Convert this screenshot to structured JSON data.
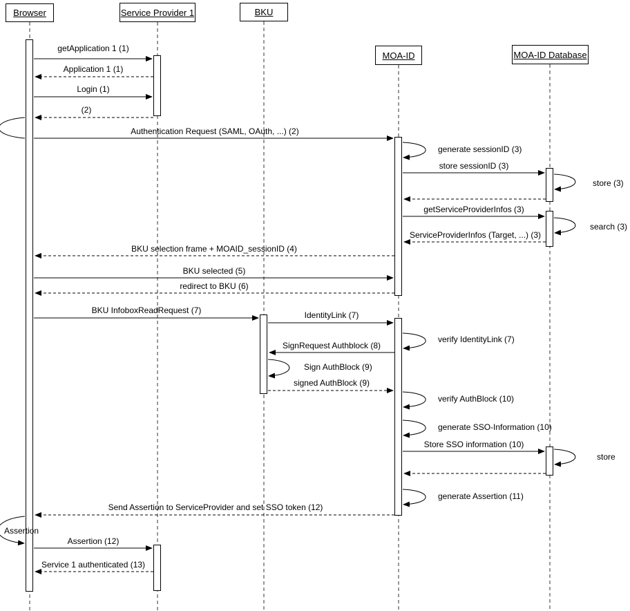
{
  "actors": [
    {
      "id": "browser",
      "label": "Browser"
    },
    {
      "id": "sp1",
      "label": "Service Provider 1"
    },
    {
      "id": "bku",
      "label": "BKU"
    },
    {
      "id": "moaid",
      "label": "MOA-ID"
    },
    {
      "id": "moadb",
      "label": "MOA-ID Database"
    }
  ],
  "messages": [
    {
      "label": "getApplication 1 (1)",
      "from": "Browser",
      "to": "Service Provider 1",
      "style": "solid"
    },
    {
      "label": "Application 1 (1)",
      "from": "Service Provider 1",
      "to": "Browser",
      "style": "dashed"
    },
    {
      "label": "Login (1)",
      "from": "Browser",
      "to": "Service Provider 1",
      "style": "solid"
    },
    {
      "label": "(2)",
      "from": "Service Provider 1",
      "to": "Browser",
      "style": "dashed"
    },
    {
      "label": "Authentication Request (SAML, OAuth, ...)  (2)",
      "from": "Browser",
      "to": "MOA-ID",
      "style": "solid"
    },
    {
      "label": "generate sessionID (3)",
      "from": "MOA-ID",
      "to": "MOA-ID",
      "style": "self-loop"
    },
    {
      "label": "store sessionID (3)",
      "from": "MOA-ID",
      "to": "MOA-ID Database",
      "style": "solid"
    },
    {
      "label": "store (3)",
      "from": "MOA-ID Database",
      "to": "MOA-ID Database",
      "style": "self-loop"
    },
    {
      "label": "getServiceProviderInfos (3)",
      "from": "MOA-ID",
      "to": "MOA-ID Database",
      "style": "solid"
    },
    {
      "label": "search (3)",
      "from": "MOA-ID Database",
      "to": "MOA-ID Database",
      "style": "self-loop"
    },
    {
      "label": "ServiceProviderInfos (Target, ...) (3)",
      "from": "MOA-ID Database",
      "to": "MOA-ID",
      "style": "dashed"
    },
    {
      "label": "BKU selection frame + MOAID_sessionID (4)",
      "from": "MOA-ID",
      "to": "Browser",
      "style": "dashed"
    },
    {
      "label": "BKU selected (5)",
      "from": "Browser",
      "to": "MOA-ID",
      "style": "solid"
    },
    {
      "label": "redirect to BKU (6)",
      "from": "MOA-ID",
      "to": "Browser",
      "style": "dashed"
    },
    {
      "label": "BKU InfoboxReadRequest (7)",
      "from": "Browser",
      "to": "BKU",
      "style": "solid"
    },
    {
      "label": "IdentityLink (7)",
      "from": "BKU",
      "to": "MOA-ID",
      "style": "solid"
    },
    {
      "label": "verify IdentityLink (7)",
      "from": "MOA-ID",
      "to": "MOA-ID",
      "style": "self-loop"
    },
    {
      "label": "SignRequest Authblock (8)",
      "from": "MOA-ID",
      "to": "BKU",
      "style": "solid"
    },
    {
      "label": "Sign AuthBlock (9)",
      "from": "BKU",
      "to": "BKU",
      "style": "self-loop"
    },
    {
      "label": "signed AuthBlock (9)",
      "from": "BKU",
      "to": "MOA-ID",
      "style": "dashed"
    },
    {
      "label": "verify AuthBlock (10)",
      "from": "MOA-ID",
      "to": "MOA-ID",
      "style": "self-loop"
    },
    {
      "label": "generate SSO-Information (10)",
      "from": "MOA-ID",
      "to": "MOA-ID",
      "style": "self-loop"
    },
    {
      "label": "Store SSO information (10)",
      "from": "MOA-ID",
      "to": "MOA-ID Database",
      "style": "solid"
    },
    {
      "label": "store",
      "from": "MOA-ID Database",
      "to": "MOA-ID Database",
      "style": "self-loop"
    },
    {
      "label": "generate Assertion (11)",
      "from": "MOA-ID",
      "to": "MOA-ID",
      "style": "self-loop"
    },
    {
      "label": "Send Assertion to ServiceProvider and set SSO token (12)",
      "from": "MOA-ID",
      "to": "Browser",
      "style": "dashed"
    },
    {
      "label": "Assertion",
      "from": "Browser",
      "to": "Browser",
      "style": "self-loop"
    },
    {
      "label": "Assertion (12)",
      "from": "Browser",
      "to": "Service Provider 1",
      "style": "solid"
    },
    {
      "label": "Service 1 authenticated (13)",
      "from": "Service Provider 1",
      "to": "Browser",
      "style": "dashed"
    }
  ]
}
